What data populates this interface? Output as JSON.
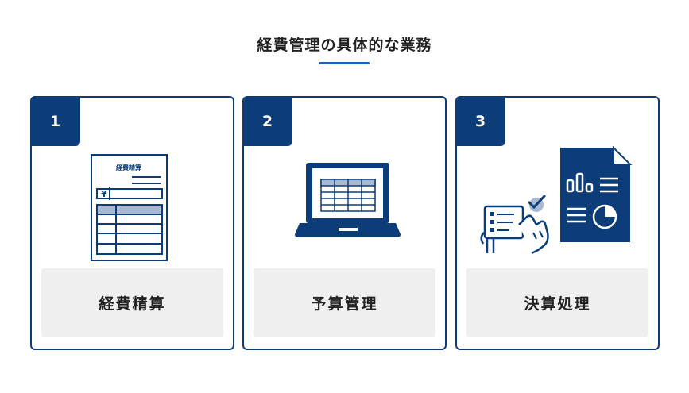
{
  "header": {
    "title": "経費管理の具体的な業務"
  },
  "cards": [
    {
      "number": "1",
      "label": "経費精算",
      "doc_heading": "経費精算",
      "yen_symbol": "¥",
      "icon": "expense-report-icon"
    },
    {
      "number": "2",
      "label": "予算管理",
      "icon": "laptop-spreadsheet-icon"
    },
    {
      "number": "3",
      "label": "決算処理",
      "icon": "financial-report-icon"
    }
  ],
  "colors": {
    "navy": "#0d3d78",
    "accent": "#1e63b5",
    "label_bg": "#efefef"
  }
}
